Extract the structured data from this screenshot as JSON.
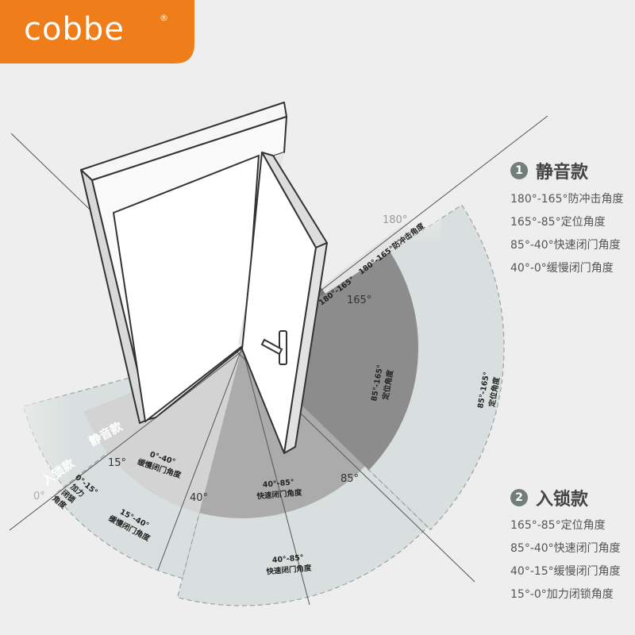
{
  "brand": {
    "name": "cobbe",
    "reg_mark": "®",
    "color": "#ef7d1a"
  },
  "colors": {
    "quiet_outer": "#d8dfde",
    "ring_light": "#d3d3d3",
    "mid_gray": "#ababab",
    "dark_gray": "#8c8c8c",
    "badge": "#737d7c"
  },
  "legends": [
    {
      "number": "1",
      "title": "静音款",
      "items": [
        "180°-165°防冲击角度",
        "165°-85°定位角度",
        "85°-40°快速闭门角度",
        "40°-0°缓慢闭门角度"
      ]
    },
    {
      "number": "2",
      "title": "入锁款",
      "items": [
        "165°-85°定位角度",
        "85°-40°快速闭门角度",
        "40°-15°缓慢闭门角度",
        "15°-0°加力闭锁角度"
      ]
    }
  ],
  "angle_labels": {
    "a180": "180°",
    "a165": "165°",
    "a85": "85°",
    "a40": "40°",
    "a15": "15°",
    "a0": "0°"
  },
  "model_labels": {
    "quiet": "静音款",
    "lock": "入锁款"
  },
  "zone_labels": {
    "z180_165_outer": "180°-165°防冲击角度",
    "z180_165_inner": "180°-165°",
    "z85_165_inner_range": "85°-165°",
    "z85_165_inner_text": "定位角度",
    "z85_165_outer_range": "85°-165°",
    "z85_165_outer_text": "定位角度",
    "z40_85_inner_range": "40°-85°",
    "z40_85_inner_text": "快速闭门角度",
    "z40_85_outer_range": "40°-85°",
    "z40_85_outer_text": "快速闭门角度",
    "z0_40_range": "0°-40°",
    "z0_40_text": "缓慢闭门角度",
    "z15_40_range": "15°-40°",
    "z15_40_text": "缓慢闭门角度",
    "z0_15_range": "0°-15°",
    "z0_15_text1": "加力",
    "z0_15_text2": "闭锁",
    "z0_15_text3": "角度"
  }
}
